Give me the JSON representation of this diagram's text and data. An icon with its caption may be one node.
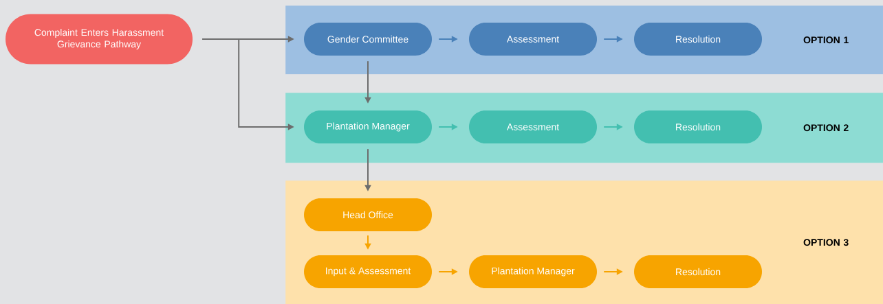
{
  "diagram": {
    "nodes": [
      {
        "text": [
          "Complaint Enters Harassment Grievance Pathway"
        ]
      },
      {
        "text": [
          "OPTION 1"
        ]
      },
      {
        "text": [
          "Gender Committee"
        ],
        "in": 1
      },
      {
        "text": [
          "Assessment"
        ],
        "in": 1
      },
      {
        "text": [
          "Resolution"
        ],
        "in": 1
      },
      {
        "text": [
          "OPTION 2"
        ]
      },
      {
        "text": [
          "Plantation Manager"
        ],
        "in": 5
      },
      {
        "text": [
          "Assessment"
        ],
        "in": 5
      },
      {
        "text": [
          "Resolution"
        ],
        "in": 5
      },
      {
        "text": [
          "OPTION 3"
        ]
      },
      {
        "text": [
          "Head Office"
        ],
        "in": 9
      },
      {
        "text": [
          "Input & Assessment"
        ],
        "in": 9
      },
      {
        "text": [
          "Plantation Manager"
        ],
        "in": 9
      },
      {
        "text": [
          "Resolution"
        ],
        "in": 9
      }
    ],
    "edges": [
      {
        "from": 0,
        "to": 2,
        "arrow": "to"
      },
      {
        "from": 0,
        "to": 6,
        "arrow": "to"
      },
      {
        "from": 2,
        "to": 3,
        "arrow": "to",
        "color": "#4a81b9"
      },
      {
        "from": 3,
        "to": 4,
        "arrow": "to",
        "color": "#4a81b9"
      },
      {
        "from": 2,
        "to": 6,
        "arrow": "to"
      },
      {
        "from": 6,
        "to": 7,
        "arrow": "to",
        "color": "#43bfb0"
      },
      {
        "from": 7,
        "to": 8,
        "arrow": "to",
        "color": "#43bfb0"
      },
      {
        "from": 6,
        "to": 10,
        "arrow": "to"
      },
      {
        "from": 10,
        "to": 11,
        "arrow": "to",
        "color": "#f7a400"
      },
      {
        "from": 11,
        "to": 12,
        "arrow": "to",
        "color": "#f7a400"
      },
      {
        "from": 12,
        "to": 13,
        "arrow": "to",
        "color": "#f7a400"
      }
    ]
  }
}
